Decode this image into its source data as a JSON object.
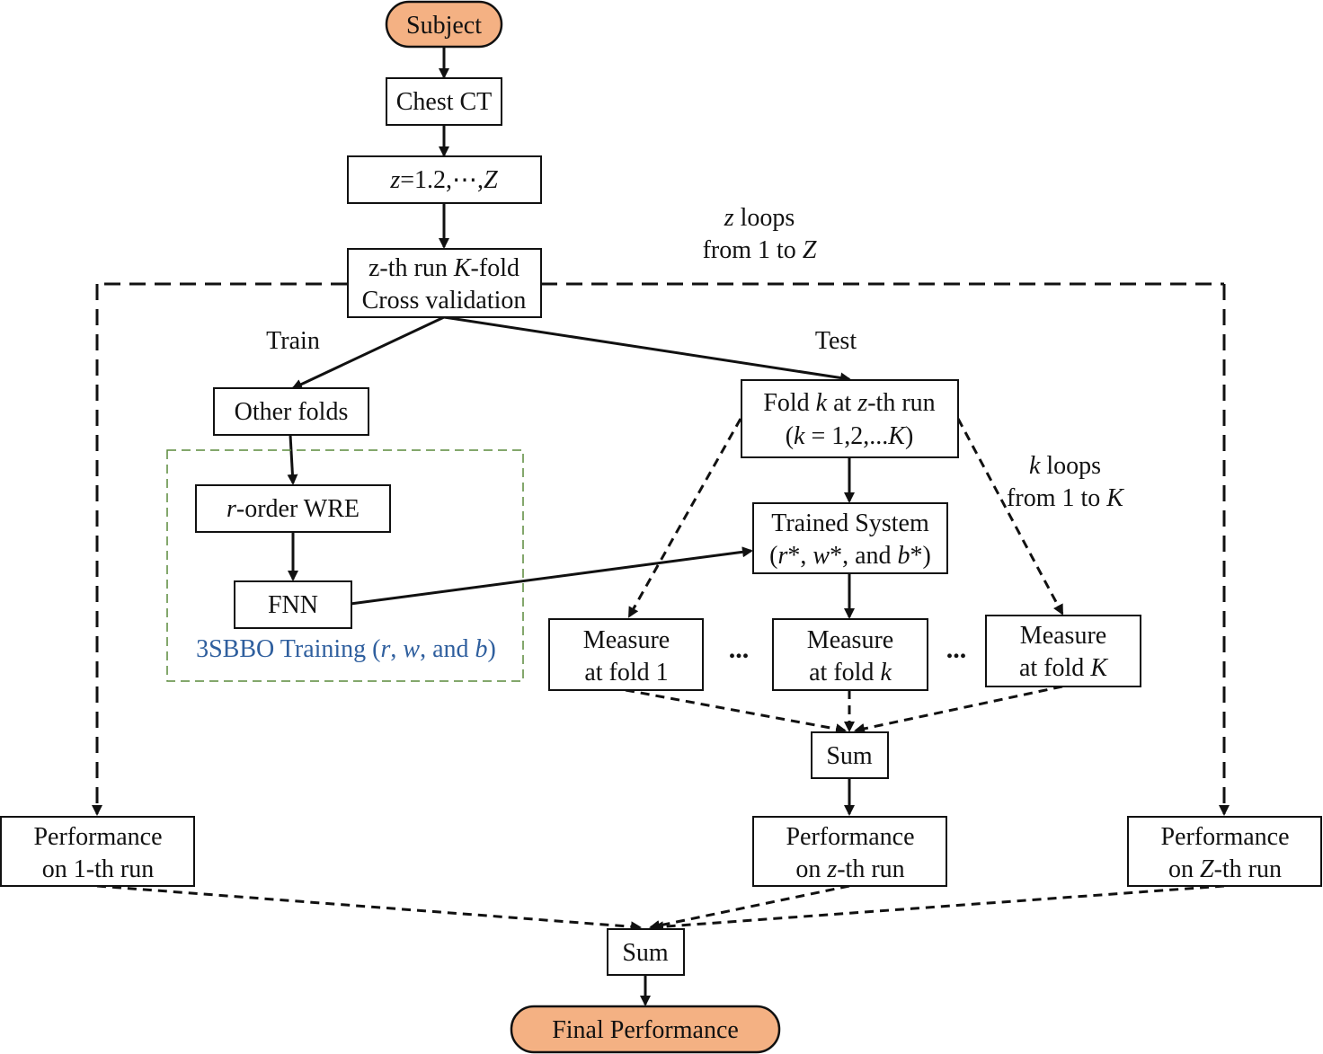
{
  "nodes": {
    "subject": "Subject",
    "chest_ct": "Chest CT",
    "z_range": [
      "z",
      "=1.2,⋯,",
      "Z"
    ],
    "cv_line1": [
      "z-th run ",
      "K",
      "-fold"
    ],
    "cv_line2": "Cross validation",
    "other_folds": "Other folds",
    "wre": [
      "r",
      "-order WRE"
    ],
    "fnn": "FNN",
    "training_label": [
      "3SBBO Training (",
      "r",
      ", ",
      "w",
      ", and ",
      "b",
      ")"
    ],
    "fold_line1": [
      "Fold ",
      "k",
      " at ",
      "z",
      "-th run"
    ],
    "fold_line2": [
      "(",
      "k",
      " = 1,2,...",
      "K",
      ")"
    ],
    "trained_line1": "Trained System",
    "trained_line2": [
      "(",
      "r",
      "*, ",
      "w",
      "*, and ",
      "b",
      "*)"
    ],
    "measure1_line1": "Measure",
    "measure1_line2": "at fold 1",
    "measurek_line1": "Measure",
    "measurek_line2": [
      "at fold ",
      "k"
    ],
    "measureK_line1": "Measure",
    "measureK_line2": [
      "at fold ",
      "K"
    ],
    "sum_inner": "Sum",
    "perf1_line1": "Performance",
    "perf1_line2": "on 1-th run",
    "perfz_line1": "Performance",
    "perfz_line2": [
      "on ",
      "z",
      "-th run"
    ],
    "perfZ_line1": "Performance",
    "perfZ_line2": [
      "on ",
      "Z",
      "-th run"
    ],
    "sum_outer": "Sum",
    "final": "Final Performance"
  },
  "labels": {
    "train": "Train",
    "test": "Test",
    "z_loops_line1": [
      "z",
      " loops"
    ],
    "z_loops_line2": [
      "from 1 to ",
      "Z"
    ],
    "k_loops_line1": [
      "k",
      " loops"
    ],
    "k_loops_line2": [
      "from 1 to ",
      "K"
    ],
    "ellipsis": "..."
  },
  "colors": {
    "terminal_fill": "#f4b183",
    "training_group_border": "#5a8a3c",
    "training_label": "#2f5f9e"
  }
}
